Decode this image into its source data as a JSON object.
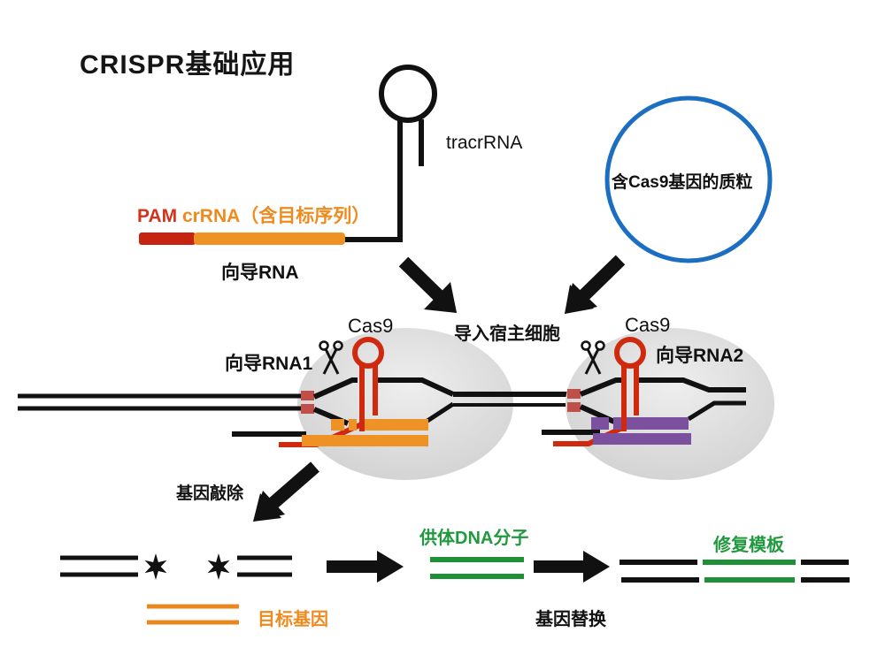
{
  "title": "CRISPR基础应用",
  "colors": {
    "black_strand": "#111111",
    "pam_red": "#c42410",
    "crrna_orange": "#ef9226",
    "hairpin_red": "#cf2c12",
    "pam_site_red": "#bf4f48",
    "purple_guide": "#7b519f",
    "green_dna": "#21993f",
    "plasmid_blue": "#1b6ec2",
    "cell_gray": "#d9d9d9"
  },
  "guide_rna_assembly": {
    "tracrrna_label": "tracrRNA",
    "pam_label": "PAM",
    "crrna_label": "crRNA（含目标序列）",
    "guide_label": "向导RNA"
  },
  "plasmid": {
    "label": "含Cas9基因的质粒"
  },
  "delivery": {
    "label": "导入宿主细胞"
  },
  "complex_left": {
    "cas9_label": "Cas9",
    "guide_label": "向导RNA1"
  },
  "complex_right": {
    "cas9_label": "Cas9",
    "guide_label": "向导RNA2"
  },
  "knockout": {
    "label": "基因敲除",
    "target_gene_label": "目标基因"
  },
  "donor": {
    "label": "供体DNA分子"
  },
  "replacement": {
    "label": "基因替换",
    "template_label": "修复模板"
  }
}
